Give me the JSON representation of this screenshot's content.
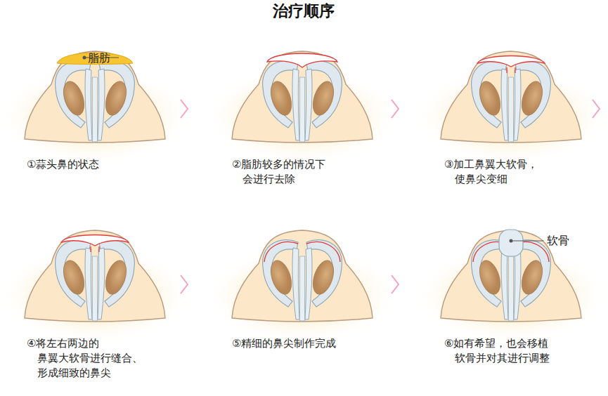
{
  "diagram": {
    "title": "治疗顺序",
    "labels": [
      "脂肪",
      "①蒜头鼻的状态",
      "②脂肪较多的情况下 会进行去除",
      "③加工鼻翼大软骨， 使鼻尖变细",
      "④将左右两边的 鼻翼大软骨进行缝合、 形成细致的鼻尖",
      "⑤精细的鼻尖制作完成",
      "⑥如有希望，也会移植 软骨并对其进行调整",
      "软骨"
    ]
  }
}
